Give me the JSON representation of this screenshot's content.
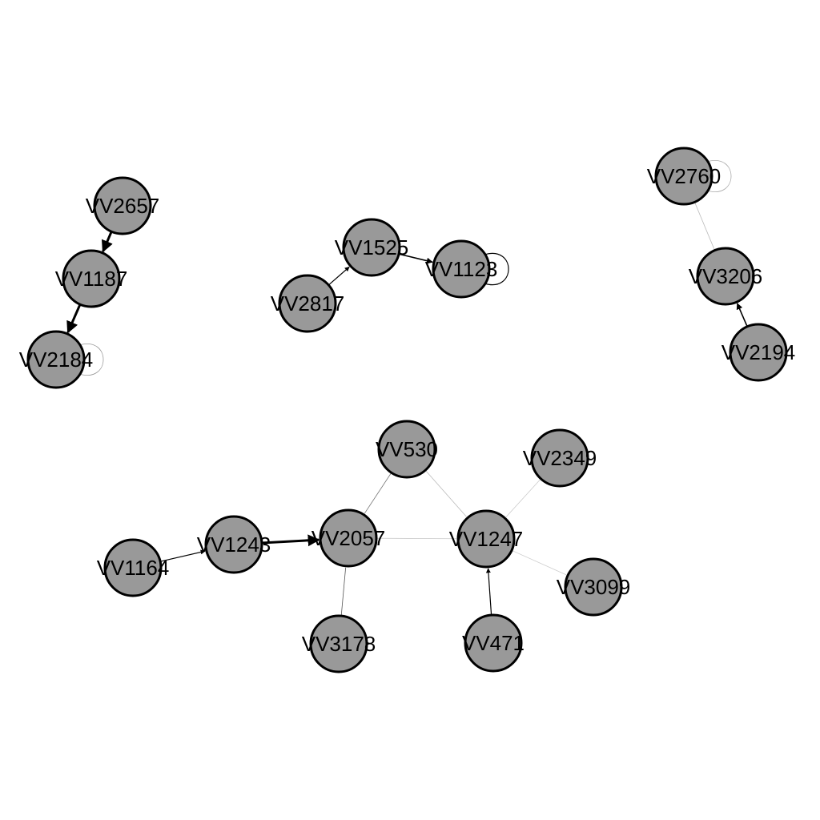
{
  "graph": {
    "directed": true,
    "node_fill": "#999999",
    "node_stroke": "#000000",
    "nodes": [
      {
        "id": "VV2657",
        "label": "VV2657"
      },
      {
        "id": "VV1187",
        "label": "VV1187"
      },
      {
        "id": "VV2184",
        "label": "VV2184"
      },
      {
        "id": "VV1525",
        "label": "VV1525"
      },
      {
        "id": "VV1123",
        "label": "VV1123"
      },
      {
        "id": "VV2817",
        "label": "VV2817"
      },
      {
        "id": "VV2760",
        "label": "VV2760"
      },
      {
        "id": "VV3206",
        "label": "VV3206"
      },
      {
        "id": "VV2194",
        "label": "VV2194"
      },
      {
        "id": "VV530",
        "label": "VV530"
      },
      {
        "id": "VV2349",
        "label": "VV2349"
      },
      {
        "id": "VV2057",
        "label": "VV2057"
      },
      {
        "id": "VV1247",
        "label": "VV1247"
      },
      {
        "id": "VV1243",
        "label": "VV1243"
      },
      {
        "id": "VV1164",
        "label": "VV1164"
      },
      {
        "id": "VV3099",
        "label": "VV3099"
      },
      {
        "id": "VV3178",
        "label": "VV3178"
      },
      {
        "id": "VV471",
        "label": "VV471"
      }
    ],
    "edges": [
      {
        "source": "VV2657",
        "target": "VV1187",
        "directed": true
      },
      {
        "source": "VV1187",
        "target": "VV2184",
        "directed": true
      },
      {
        "source": "VV2184",
        "target": "VV2184",
        "directed": false
      },
      {
        "source": "VV2817",
        "target": "VV1525",
        "directed": true
      },
      {
        "source": "VV1525",
        "target": "VV1123",
        "directed": true
      },
      {
        "source": "VV1123",
        "target": "VV1123",
        "directed": false
      },
      {
        "source": "VV2760",
        "target": "VV2760",
        "directed": false
      },
      {
        "source": "VV2760",
        "target": "VV3206",
        "directed": false
      },
      {
        "source": "VV2194",
        "target": "VV3206",
        "directed": true
      },
      {
        "source": "VV530",
        "target": "VV2057",
        "directed": false
      },
      {
        "source": "VV530",
        "target": "VV1247",
        "directed": false
      },
      {
        "source": "VV2349",
        "target": "VV1247",
        "directed": false
      },
      {
        "source": "VV2057",
        "target": "VV1247",
        "directed": false
      },
      {
        "source": "VV1247",
        "target": "VV3099",
        "directed": false
      },
      {
        "source": "VV471",
        "target": "VV1247",
        "directed": true
      },
      {
        "source": "VV3178",
        "target": "VV2057",
        "directed": false
      },
      {
        "source": "VV1243",
        "target": "VV2057",
        "directed": true
      },
      {
        "source": "VV1164",
        "target": "VV1243",
        "directed": true
      }
    ]
  }
}
